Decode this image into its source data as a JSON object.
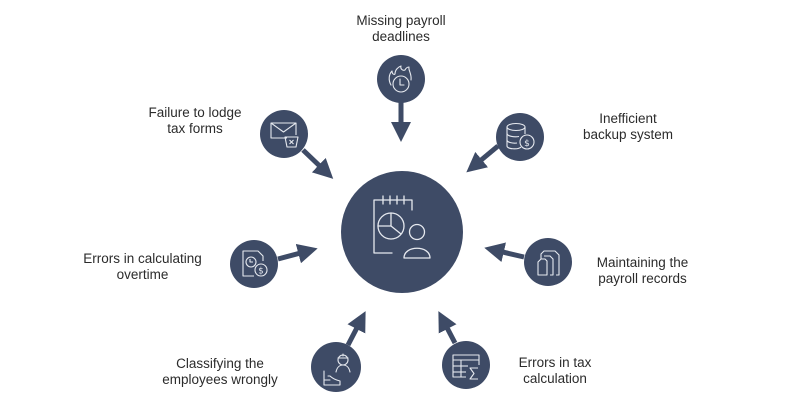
{
  "diagram": {
    "title": "Common payroll challenges",
    "colors": {
      "node_fill": "#3e4b66",
      "icon_stroke": "#e6e9ef",
      "text": "#2b2b2b",
      "background": "#ffffff"
    },
    "center": {
      "icon": "calendar-chart-person-icon"
    },
    "nodes": [
      {
        "id": "missing-payroll-deadlines",
        "label_lines": [
          "Missing payroll",
          "deadlines"
        ],
        "icon": "clock-fire-icon",
        "direction": "top"
      },
      {
        "id": "failure-to-lodge-tax-forms",
        "label_lines": [
          "Failure to lodge",
          "tax forms"
        ],
        "icon": "envelope-trash-icon",
        "direction": "top-left"
      },
      {
        "id": "inefficient-backup-system",
        "label_lines": [
          "Inefficient",
          "backup system"
        ],
        "icon": "database-dollar-icon",
        "direction": "top-right"
      },
      {
        "id": "errors-in-calculating-overtime",
        "label_lines": [
          "Errors in calculating",
          "overtime"
        ],
        "icon": "document-clock-dollar-icon",
        "direction": "left"
      },
      {
        "id": "maintaining-the-payroll-records",
        "label_lines": [
          "Maintaining the",
          "payroll records"
        ],
        "icon": "stacked-files-icon",
        "direction": "right"
      },
      {
        "id": "classifying-the-employees-wrongly",
        "label_lines": [
          "Classifying the",
          "employees wrongly"
        ],
        "icon": "worker-shoe-icon",
        "direction": "bottom-left"
      },
      {
        "id": "errors-in-tax-calculation",
        "label_lines": [
          "Errors in tax",
          "calculation"
        ],
        "icon": "table-sigma-icon",
        "direction": "bottom-right"
      }
    ]
  }
}
